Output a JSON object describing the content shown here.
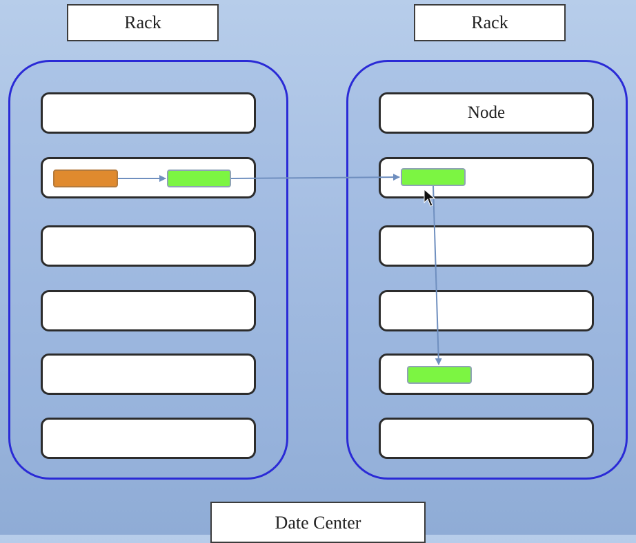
{
  "rack_left": {
    "title": "Rack"
  },
  "rack_right": {
    "title": "Rack",
    "node_label": "Node"
  },
  "data_center": {
    "title": "Date Center"
  },
  "colors": {
    "rack_border": "#2a2ad6",
    "replica": "#7cf542",
    "writer": "#e08a2e",
    "arrow": "#6f8fbf"
  }
}
